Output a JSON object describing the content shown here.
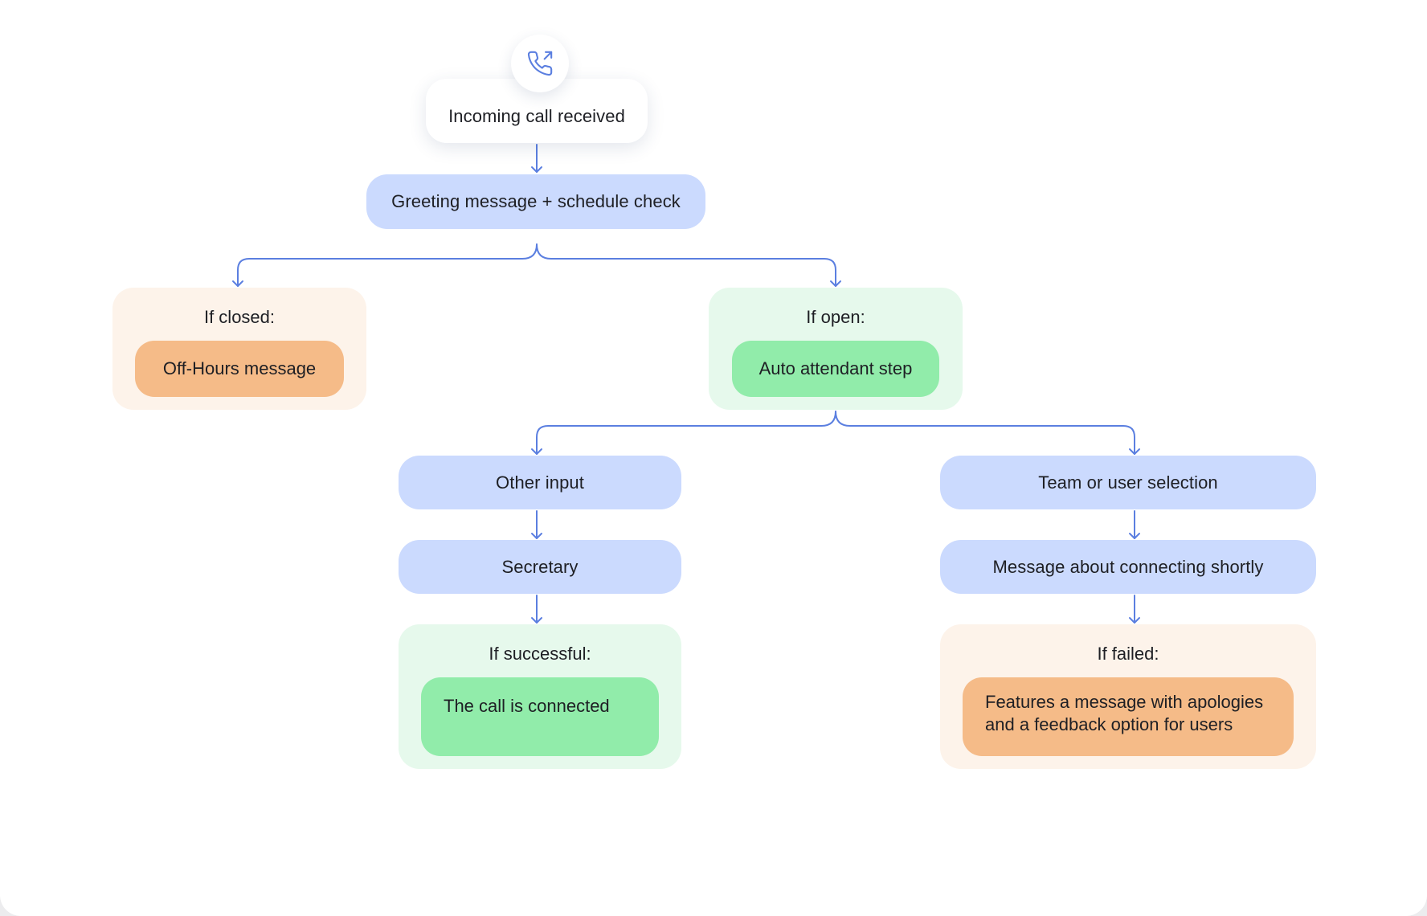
{
  "colors": {
    "connector": "#5b7fe0",
    "blue_node": "#cbdafe",
    "peach_group": "#fdf3ea",
    "orange_node": "#f5bb88",
    "mint_group": "#e6f9ec",
    "green_node": "#91ecaa"
  },
  "start": {
    "icon": "phone-outgoing-icon",
    "label": "Incoming call received"
  },
  "greeting": {
    "label": "Greeting message + schedule check"
  },
  "closed": {
    "condition": "If closed:",
    "action": "Off-Hours message"
  },
  "open": {
    "condition": "If open:",
    "action": "Auto attendant step"
  },
  "other_branch": {
    "input": "Other input",
    "secretary": "Secretary",
    "success_condition": "If successful:",
    "success_action": "The call is connected"
  },
  "team_branch": {
    "selection": "Team or user selection",
    "message": "Message about connecting shortly",
    "fail_condition": "If failed:",
    "fail_action": "Features a message with apologies and a feedback option for users"
  }
}
